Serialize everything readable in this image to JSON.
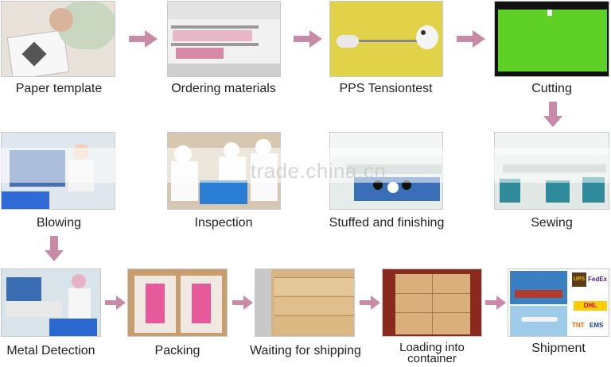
{
  "steps": [
    {
      "id": "paper-template",
      "label": "Paper template"
    },
    {
      "id": "ordering-materials",
      "label": "Ordering materials"
    },
    {
      "id": "pps-tensiontest",
      "label": "PPS Tensiontest"
    },
    {
      "id": "cutting",
      "label": "Cutting"
    },
    {
      "id": "blowing",
      "label": "Blowing"
    },
    {
      "id": "inspection",
      "label": "Inspection"
    },
    {
      "id": "stuffed-finishing",
      "label": "Stuffed and finishing"
    },
    {
      "id": "sewing",
      "label": "Sewing"
    },
    {
      "id": "metal-detection",
      "label": "Metal Detection"
    },
    {
      "id": "packing",
      "label": "Packing"
    },
    {
      "id": "waiting-shipping",
      "label": "Waiting for shipping"
    },
    {
      "id": "loading-container",
      "label_line1": "Loading into",
      "label_line2": "container"
    },
    {
      "id": "shipment",
      "label": "Shipment"
    }
  ],
  "watermark": "trade.china.cn",
  "shipment_logos": [
    "UPS",
    "FedEx",
    "DHL",
    "TNT",
    "EMS"
  ],
  "colors": {
    "arrow": "#c98aa8",
    "caption": "#222222"
  }
}
